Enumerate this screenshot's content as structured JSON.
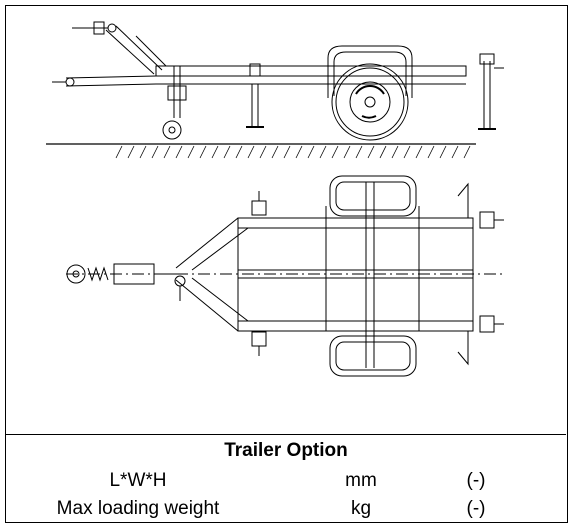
{
  "spec_table": {
    "title": "Trailer Option",
    "rows": [
      {
        "name": "L*W*H",
        "unit": "mm",
        "value": "(-)"
      },
      {
        "name": "Max loading weight",
        "unit": "kg",
        "value": "(-)"
      }
    ]
  },
  "colors": {
    "line": "#000000",
    "paper": "#ffffff"
  }
}
